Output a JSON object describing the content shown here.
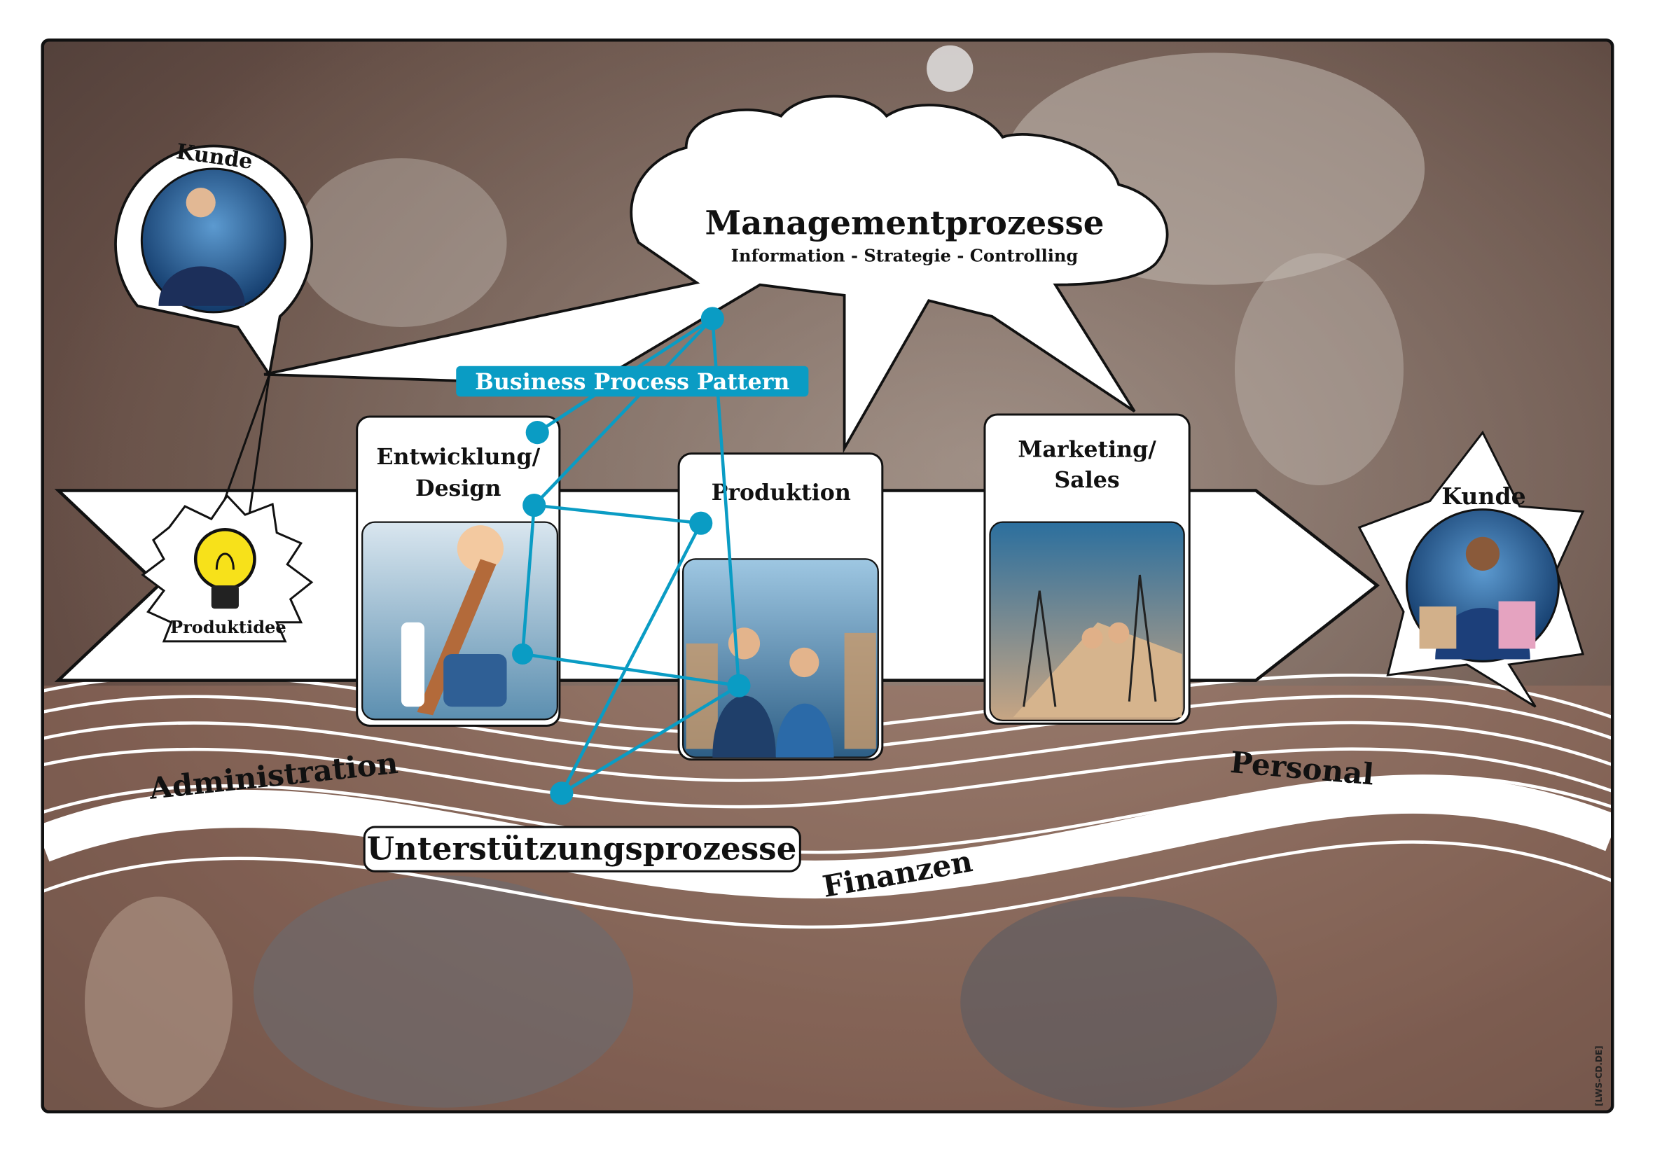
{
  "management": {
    "title": "Managementprozesse",
    "subtitle": "Information - Strategie - Controlling"
  },
  "customer_start": {
    "label": "Kunde"
  },
  "idea": {
    "label": "Produktidee"
  },
  "pattern_label": "Business Process Pattern",
  "stages": [
    {
      "line1": "Entwicklung/",
      "line2": "Design"
    },
    {
      "line1": "Produktion"
    },
    {
      "line1": "Marketing/",
      "line2": "Sales"
    }
  ],
  "customer_end": {
    "label": "Kunde"
  },
  "support": {
    "title": "Unterstützungsprozesse",
    "items": [
      "Administration",
      "Finanzen",
      "Personal"
    ]
  },
  "credit": "[LWS-CD.DE]",
  "colors": {
    "accent": "#0a9cc4",
    "frame": "#111111"
  }
}
